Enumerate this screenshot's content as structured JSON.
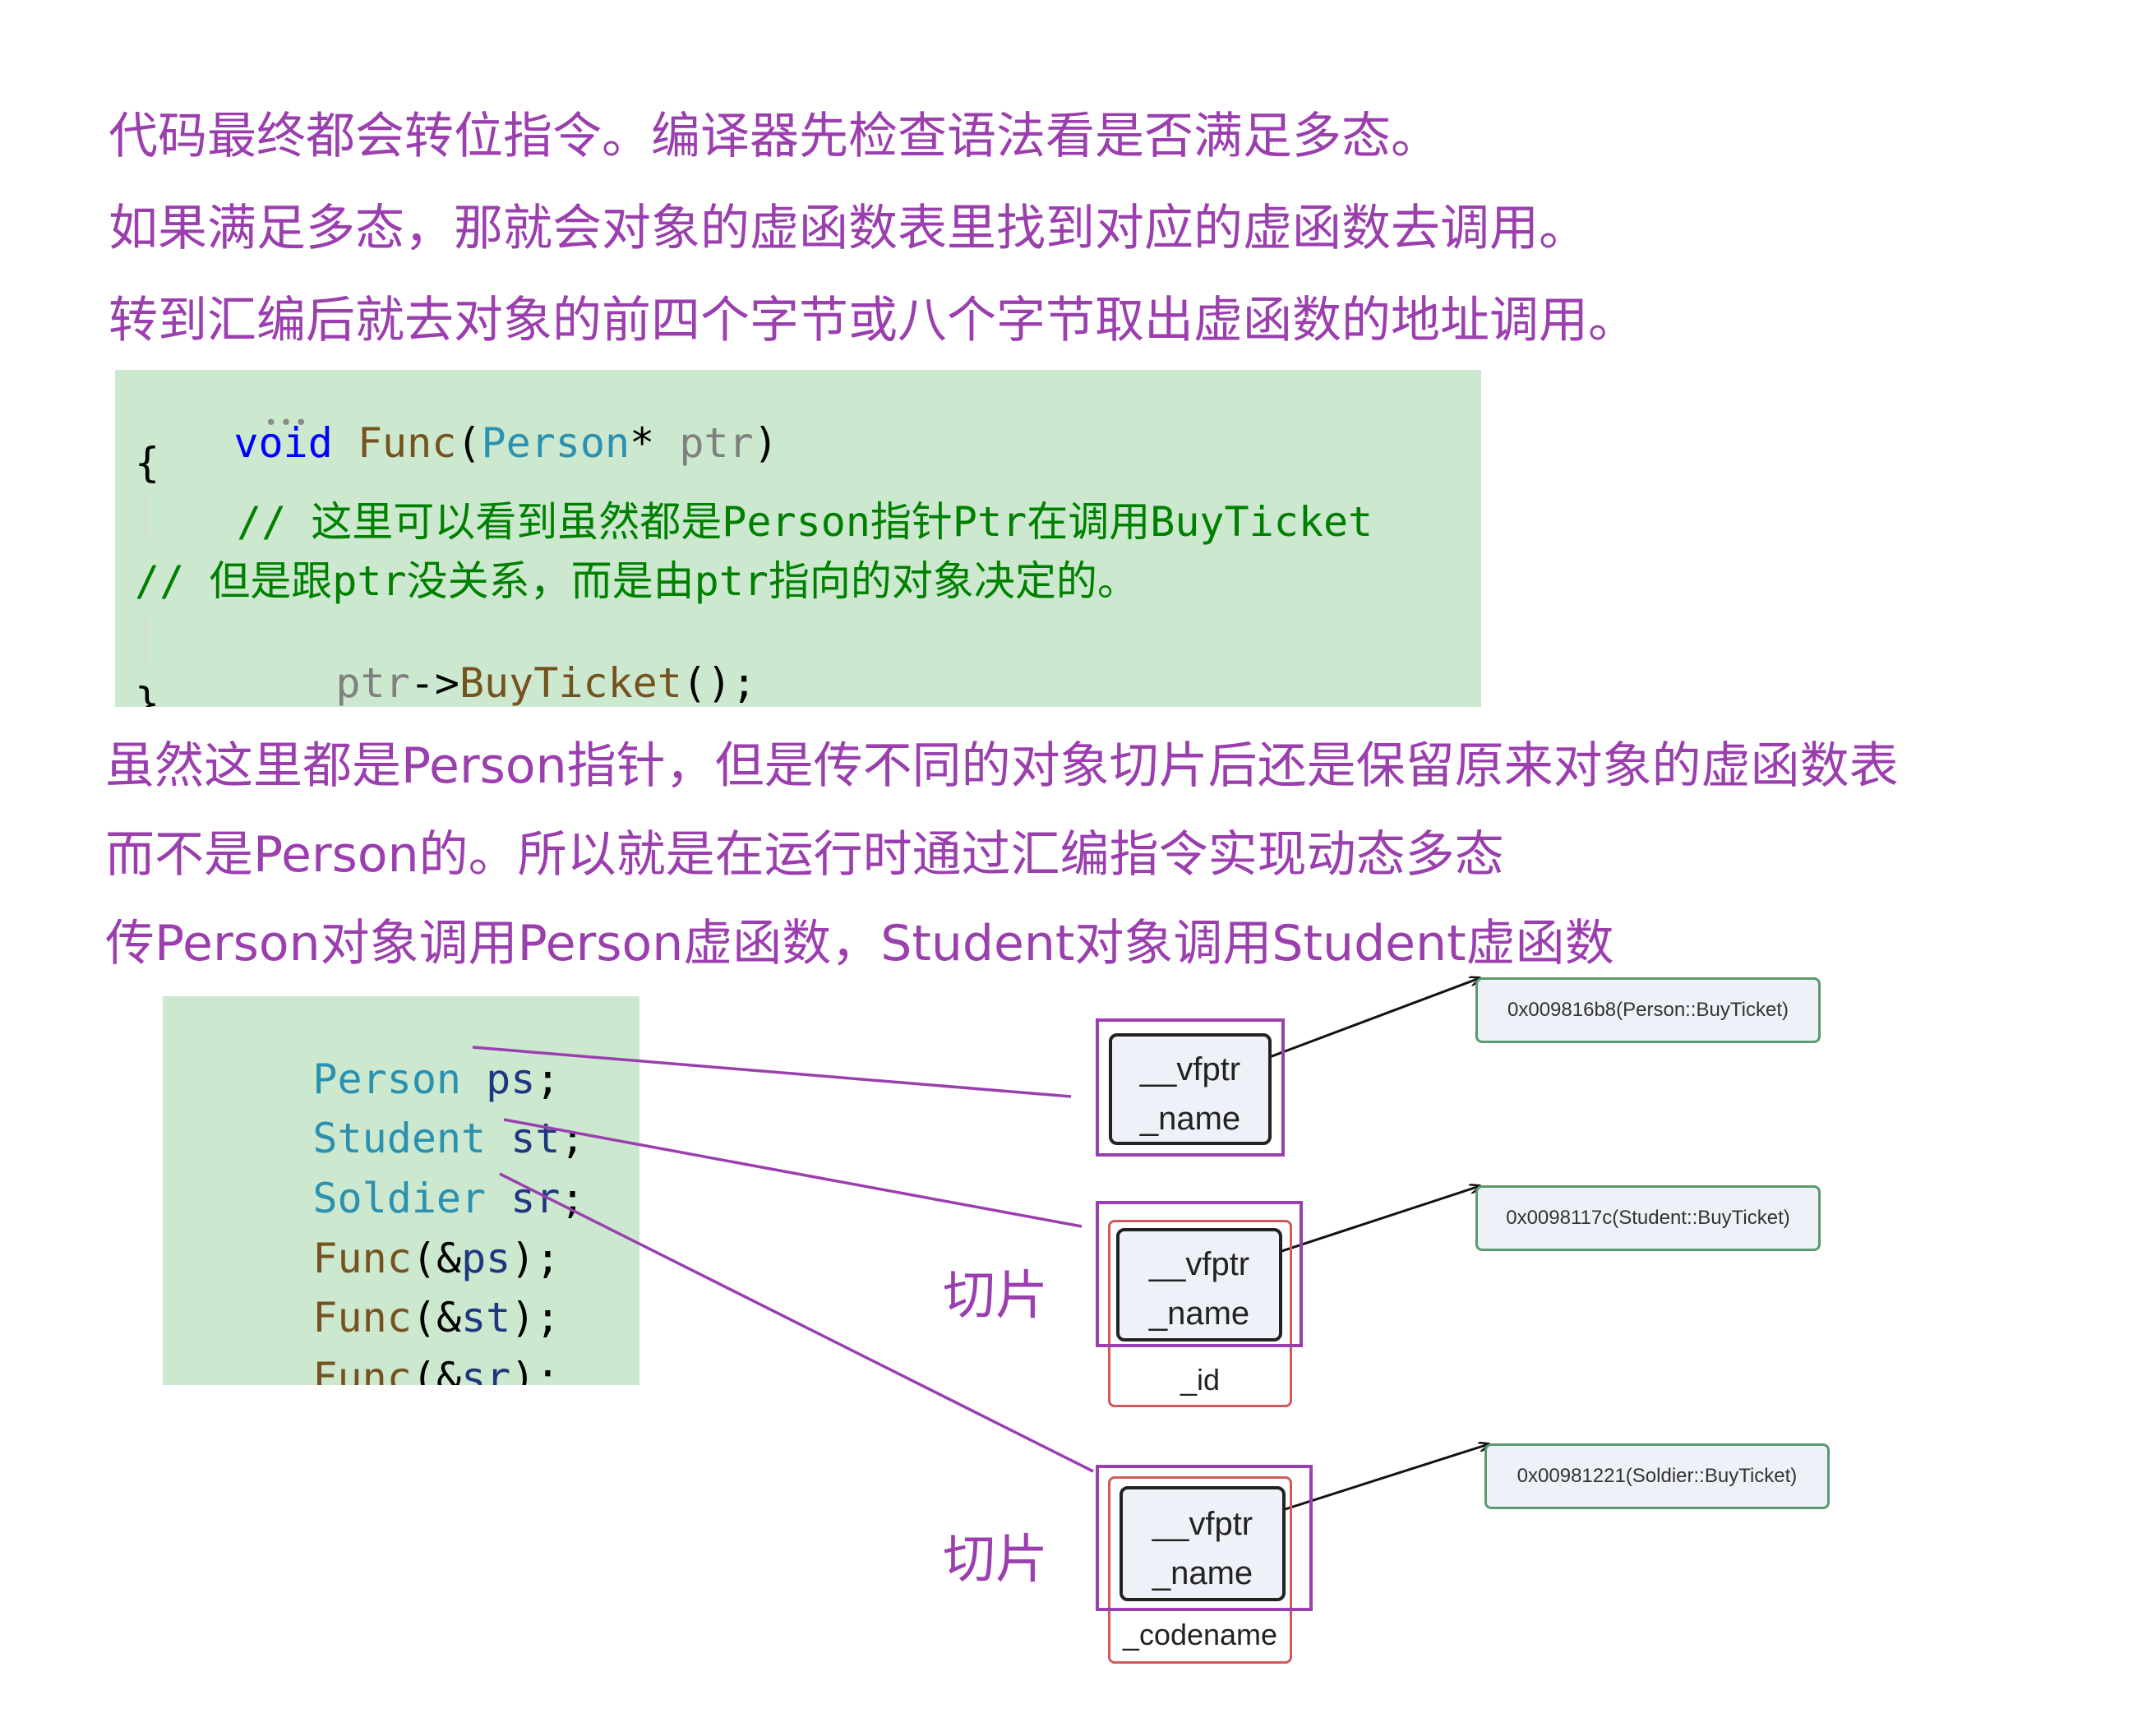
{
  "notes": {
    "line1": "代码最终都会转位指令。编译器先检查语法看是否满足多态。",
    "line2": "如果满足多态，那就会对象的虚函数表里找到对应的虚函数去调用。",
    "line3": " 转到汇编后就去对象的前四个字节或八个字节取出虚函数的地址调用。",
    "line4": "虽然这里都是Person指针，但是传不同的对象切片后还是保留原来对象的虚函数表",
    "line5": "而不是Person的。所以就是在运行时通过汇编指令实现动态多态",
    "line6": "传Person对象调用Person虚函数，Student对象调用Student虚函数"
  },
  "code_func": {
    "kw_void": "void",
    "fn_name": "Func",
    "open_paren": "(",
    "param_type": "Person",
    "star": "*",
    "param_name": "ptr",
    "close_paren": ")",
    "brace_open": "{",
    "comment1": "// 这里可以看到虽然都是Person指针Ptr在调用BuyTicket",
    "comment2": "// 但是跟ptr没关系，而是由ptr指向的对象决定的。",
    "call_obj": "ptr",
    "arrow": "->",
    "call_fn": "BuyTicket",
    "call_tail": "();",
    "brace_close": "}"
  },
  "code_main": {
    "decl1_type": "Person",
    "decl1_var": "ps",
    "semi": ";",
    "decl2_type": "Student",
    "decl2_var": "st",
    "decl3_type": "Soldier",
    "decl3_var": "sr",
    "call_fn": "Func",
    "call_open": "(&",
    "call_close": ");",
    "arg1": "ps",
    "arg2": "st",
    "arg3": "sr"
  },
  "objects": {
    "vfptr": "__vfptr",
    "name": "_name",
    "student_extra": "_id",
    "soldier_extra": "_codename"
  },
  "vtables": {
    "person": "0x009816b8(Person::BuyTicket)",
    "student": "0x0098117c(Student::BuyTicket)",
    "soldier": "0x00981221(Soldier::BuyTicket)"
  },
  "slice_labels": {
    "student": "切片",
    "soldier": "切片"
  },
  "colors": {
    "note_text": "#9b3fae",
    "code_background": "#cce8cf",
    "object_frame": "#9b3fae",
    "derived_frame": "#d05a5a",
    "vtable_border": "#5a9a6e"
  }
}
